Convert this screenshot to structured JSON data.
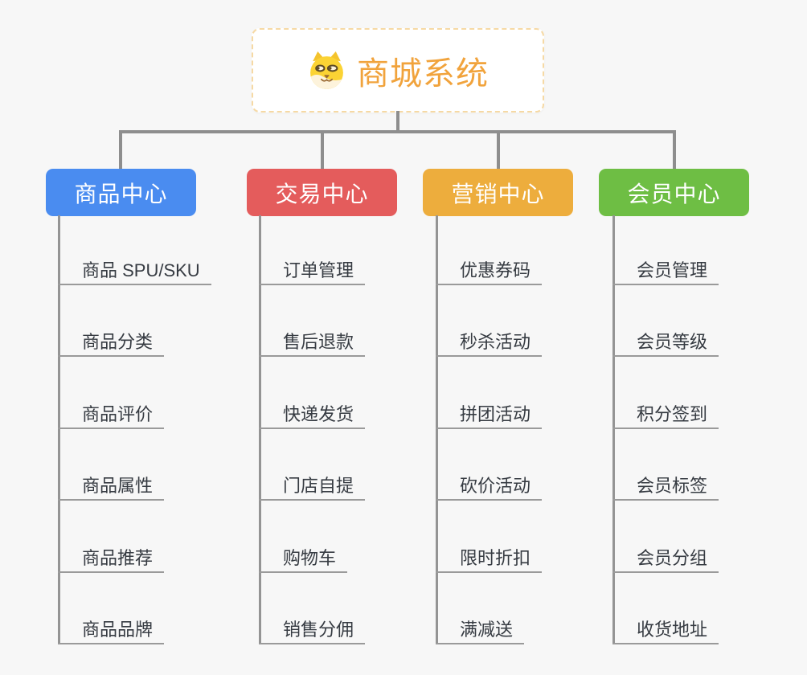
{
  "root": {
    "label": "商城系统",
    "icon": "doge-icon",
    "text_color": "#F1A33C",
    "border_color": "#F6D9A4"
  },
  "branches": [
    {
      "label": "商品中心",
      "color": "#4A8CF0",
      "items": [
        "商品 SPU/SKU",
        "商品分类",
        "商品评价",
        "商品属性",
        "商品推荐",
        "商品品牌"
      ]
    },
    {
      "label": "交易中心",
      "color": "#E45C5C",
      "items": [
        "订单管理",
        "售后退款",
        "快递发货",
        "门店自提",
        "购物车",
        "销售分佣"
      ]
    },
    {
      "label": "营销中心",
      "color": "#EDAD3D",
      "items": [
        "优惠券码",
        "秒杀活动",
        "拼团活动",
        "砍价活动",
        "限时折扣",
        "满减送"
      ]
    },
    {
      "label": "会员中心",
      "color": "#6EBE44",
      "items": [
        "会员管理",
        "会员等级",
        "积分签到",
        "会员标签",
        "会员分组",
        "收货地址"
      ]
    }
  ],
  "colors": {
    "background": "#F7F7F7",
    "connector": "#8E8E8E",
    "underline": "#9A9A9A",
    "leaf_text": "#363B42"
  }
}
